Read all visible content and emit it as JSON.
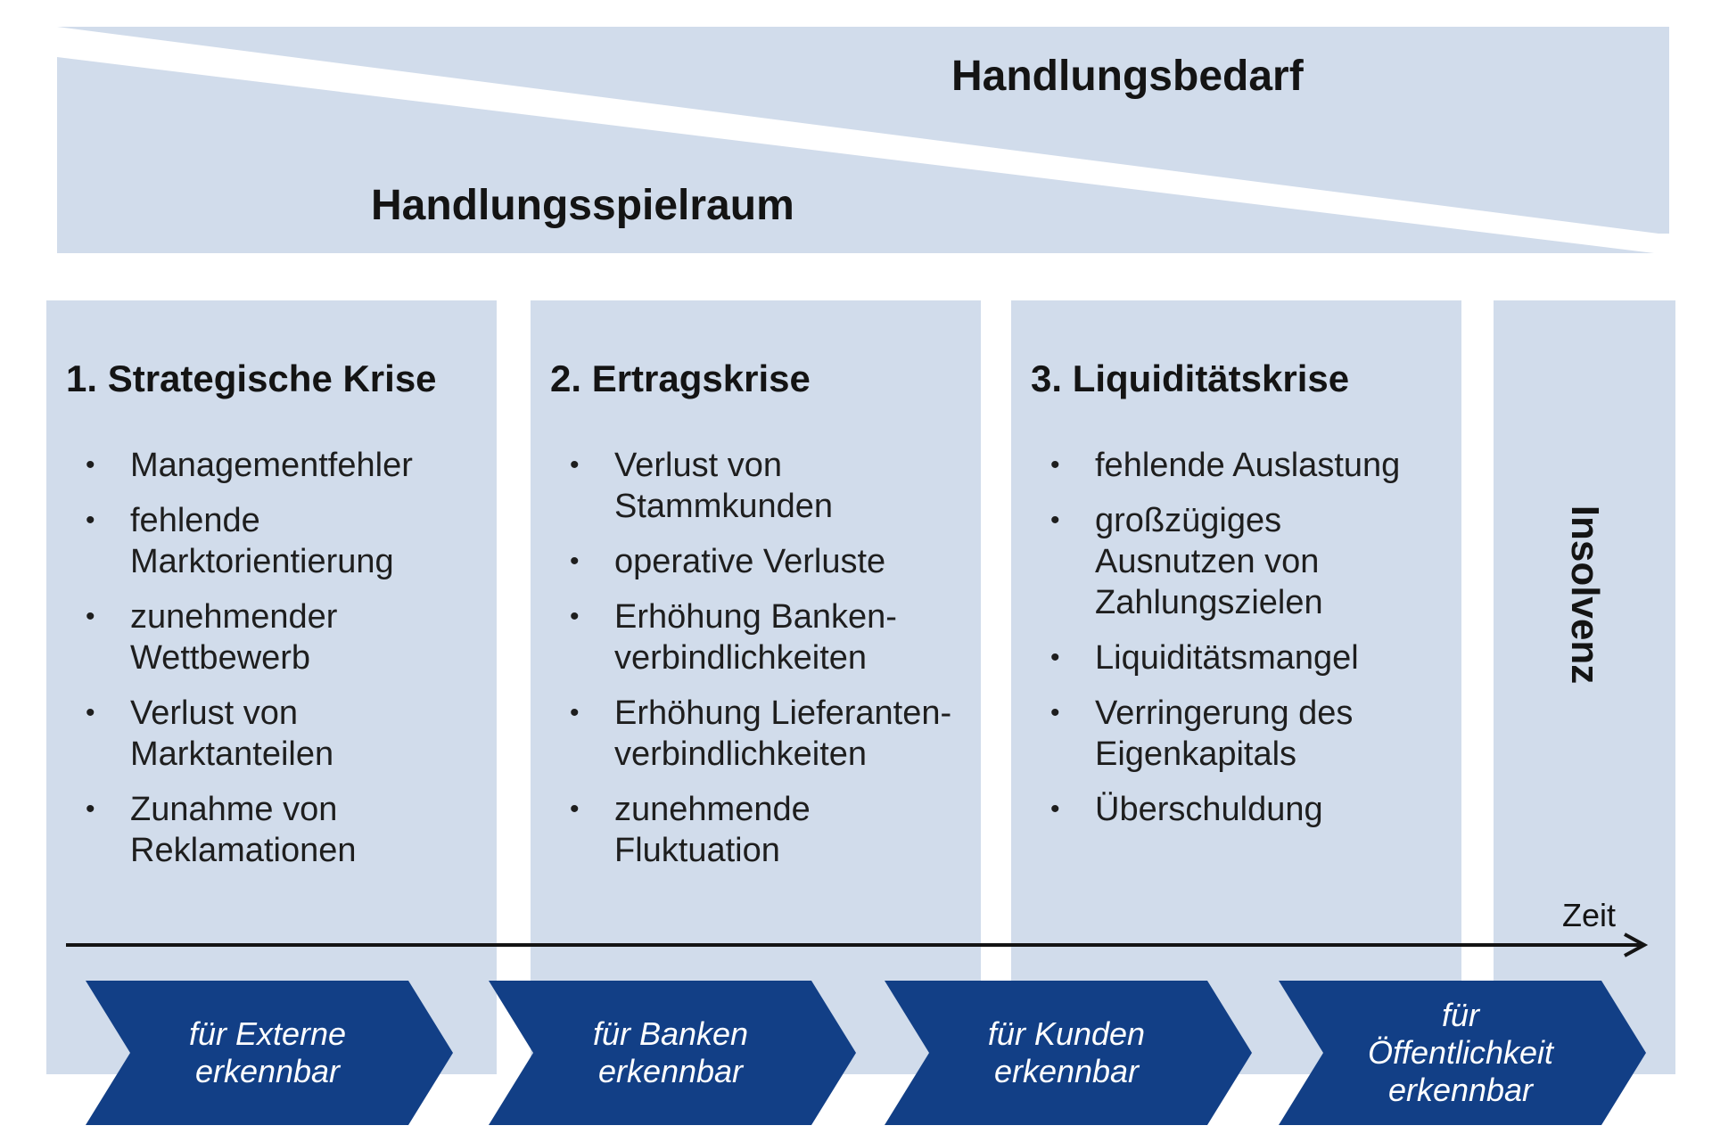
{
  "header": {
    "handlungsbedarf": "Handlungsbedarf",
    "handlungsspielraum": "Handlungsspielraum"
  },
  "columns": [
    {
      "title": "1. Strategische Krise",
      "items": [
        "Managementfehler",
        "fehlende Marktorientierung",
        "zunehmender Wettbewerb",
        "Verlust von Marktanteilen",
        "Zunahme von Reklamationen"
      ]
    },
    {
      "title": "2. Ertragskrise",
      "items": [
        "Verlust von Stammkunden",
        "operative Verluste",
        "Erhöhung Banken-verbindlichkeiten",
        "Erhöhung Lieferanten-verbindlichkeiten",
        "zunehmende Fluktuation"
      ]
    },
    {
      "title": "3. Liquiditätskrise",
      "items": [
        "fehlende Auslastung",
        "großzügiges Ausnutzen von Zahlungszielen",
        "Liquiditätsmangel",
        "Verringerung des Eigenkapitals",
        "Überschuldung"
      ]
    }
  ],
  "insolvenz": "Insolvenz",
  "timeline": {
    "label": "Zeit"
  },
  "chevrons": [
    {
      "line1": "für Externe",
      "line2": "erkennbar"
    },
    {
      "line1": "für Banken",
      "line2": "erkennbar"
    },
    {
      "line1": "für Kunden",
      "line2": "erkennbar"
    },
    {
      "line1": "für",
      "line2": "Öffentlichkeit",
      "line3": "erkennbar"
    }
  ],
  "colors": {
    "panel": "#d1dceb",
    "chevron": "#123f86",
    "text": "#141414"
  }
}
